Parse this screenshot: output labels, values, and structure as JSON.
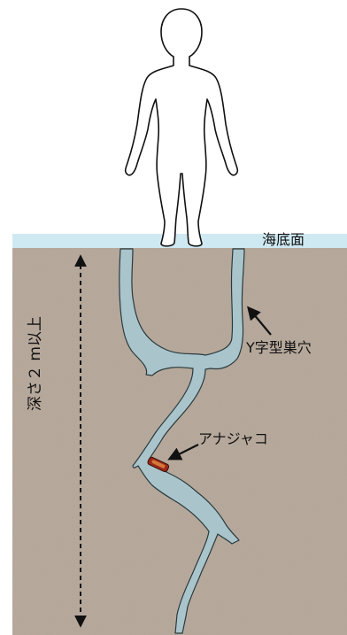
{
  "labels": {
    "seafloor": "海底面",
    "burrow": "Y字型巣穴",
    "shrimp": "アナジャコ",
    "depth": "深さ２ m以上"
  },
  "icons": {
    "figure": "human-silhouette-icon",
    "shrimp": "shrimp-icon"
  },
  "colors": {
    "water": "#cfe9f2",
    "sediment": "#b7a89a",
    "burrow": "#a9c5cb",
    "burrow_edge": "#2a3a3e",
    "shrimp": "#9a2a1a",
    "arrow": "#111111"
  }
}
